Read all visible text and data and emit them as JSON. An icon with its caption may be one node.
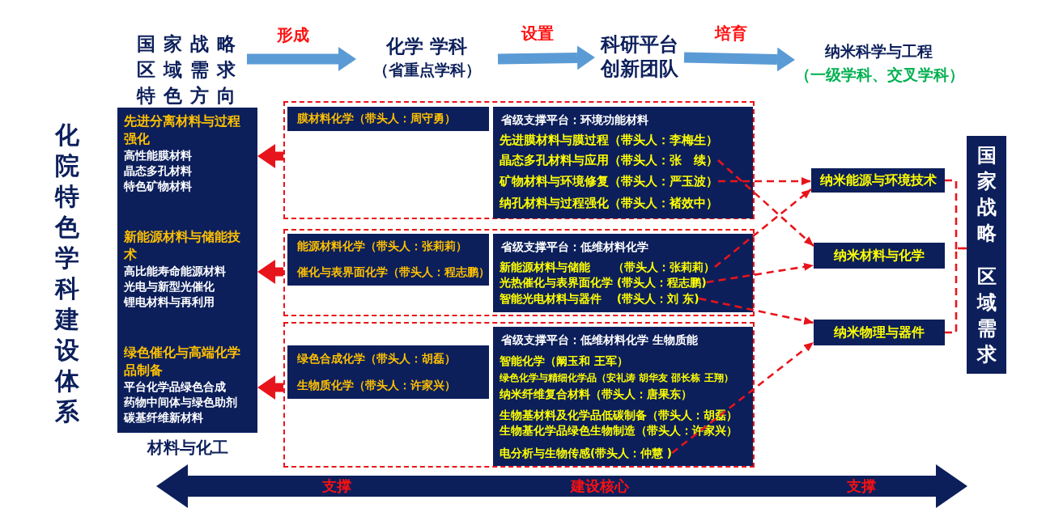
{
  "diagram": {
    "nodes": [
      {
        "text": [
          "国家战略区域需求特色方向"
        ]
      },
      {
        "text": [
          "化学 学科",
          "（省重点学科）"
        ]
      },
      {
        "text": [
          "科研平台创新团队"
        ]
      },
      {
        "text": [
          "纳米科学与工程",
          "（一级学科、交叉学科）"
        ]
      },
      {
        "text": [
          "材料与化工"
        ]
      },
      {
        "text": [
          "先进分离材料与过程强化",
          "高性能膜材料",
          "晶态多孔材料",
          "特色矿物材料"
        ],
        "in": 4
      },
      {
        "text": [
          "新能源材料与储能技术",
          "高比能寿命能源材料",
          "光电与新型光催化",
          "锂电材料与再利用"
        ],
        "in": 4
      },
      {
        "text": [
          "绿色催化与高端化学品制备",
          "平台化学品绿色合成",
          "药物中间体与绿色助剂",
          "碳基纤维新材料"
        ],
        "in": 4
      },
      {
        "text": [],
        "shape": "box"
      },
      {
        "text": [
          "膜材料化学（带头人：周守勇）"
        ],
        "in": 8
      },
      {
        "text": [
          "省级支撑平台：环境功能材料"
        ],
        "in": 8
      },
      {
        "text": [
          "先进膜材料与膜过程（带头人：李梅生）"
        ],
        "in": 10
      },
      {
        "text": [
          "晶态多孔材料与应用（带头人：张　续）"
        ],
        "in": 10
      },
      {
        "text": [
          "矿物材料与环境修复（带头人：严玉波）"
        ],
        "in": 10
      },
      {
        "text": [
          "纳孔材料与过程强化（带头人：褚效中）"
        ],
        "in": 10
      },
      {
        "text": [],
        "shape": "box"
      },
      {
        "text": [
          "能源材料化学（带头人：张莉莉）",
          "催化与表界面化学（带头人：程志鹏）"
        ],
        "in": 15
      },
      {
        "text": [
          "省级支撑平台：低维材料化学"
        ],
        "in": 15
      },
      {
        "text": [
          "新能源材料与储能　　（带头人：张莉莉）"
        ],
        "in": 17
      },
      {
        "text": [
          "光热催化与表界面化学 (带头人：程志鹏)"
        ],
        "in": 17
      },
      {
        "text": [
          "智能光电材料与器件　 (带头人：刘 东)"
        ],
        "in": 17
      },
      {
        "text": [],
        "shape": "box"
      },
      {
        "text": [
          "绿色合成化学（带头人：胡磊）",
          "生物质化学（带头人：许家兴）"
        ],
        "in": 21
      },
      {
        "text": [
          "省级支撑平台：低维材料化学 生物质能"
        ],
        "in": 21
      },
      {
        "text": [
          "智能化学（阚玉和 王军）"
        ],
        "in": 23
      },
      {
        "text": [
          "绿色化学与精细化学品（安礼涛 胡华友 邵长栋 王翔）"
        ],
        "in": 23
      },
      {
        "text": [
          "纳米纤维复合材料（带头人：唐果东）"
        ],
        "in": 23
      },
      {
        "text": [
          "生物基材料及化学品低碳制备（带头人：胡磊）"
        ],
        "in": 23
      },
      {
        "text": [
          "生物基化学品绿色生物制造（带头人：许家兴）"
        ],
        "in": 23
      },
      {
        "text": [
          "电分析与生物传感(带头人：仲慧 )"
        ],
        "in": 23
      },
      {
        "text": [
          "纳米能源与环境技术"
        ]
      },
      {
        "text": [
          "纳米材料与化学"
        ]
      },
      {
        "text": [
          "纳米物理与器件"
        ]
      },
      {
        "text": [
          "国家战略",
          "区域需求"
        ]
      }
    ],
    "edges": [
      {
        "from": 0,
        "to": 1,
        "arrow": "to",
        "label": "形成",
        "style": "thick",
        "color": "#5b9bd5"
      },
      {
        "from": 1,
        "to": 2,
        "arrow": "to",
        "label": "设置",
        "style": "thick",
        "color": "#5b9bd5"
      },
      {
        "from": 2,
        "to": 3,
        "arrow": "to",
        "label": "培育",
        "style": "thick",
        "color": "#5b9bd5"
      },
      {
        "from": 8,
        "to": 5,
        "arrow": "to",
        "style": "thick"
      },
      {
        "from": 15,
        "to": 6,
        "arrow": "to",
        "style": "thick"
      },
      {
        "from": 21,
        "to": 7,
        "arrow": "to",
        "style": "thick"
      },
      {
        "from": 12,
        "to": 31,
        "arrow": "to",
        "style": "dashed"
      },
      {
        "from": 13,
        "to": 30,
        "arrow": "to",
        "style": "dashed"
      },
      {
        "from": 18,
        "to": 30,
        "arrow": "to",
        "style": "dashed"
      },
      {
        "from": 19,
        "to": 31,
        "arrow": "to",
        "style": "dashed"
      },
      {
        "from": 20,
        "to": 32,
        "arrow": "to",
        "style": "dashed"
      },
      {
        "from": 29,
        "to": 32,
        "arrow": "to",
        "style": "dashed"
      },
      {
        "from": 30,
        "to": 33,
        "arrow": "none",
        "style": "dashed"
      },
      {
        "from": 32,
        "to": 33,
        "arrow": "none",
        "style": "dashed"
      }
    ],
    "labels": [
      "化院特色学科建设体系",
      "支撑",
      "建设核心",
      "支撑"
    ]
  }
}
